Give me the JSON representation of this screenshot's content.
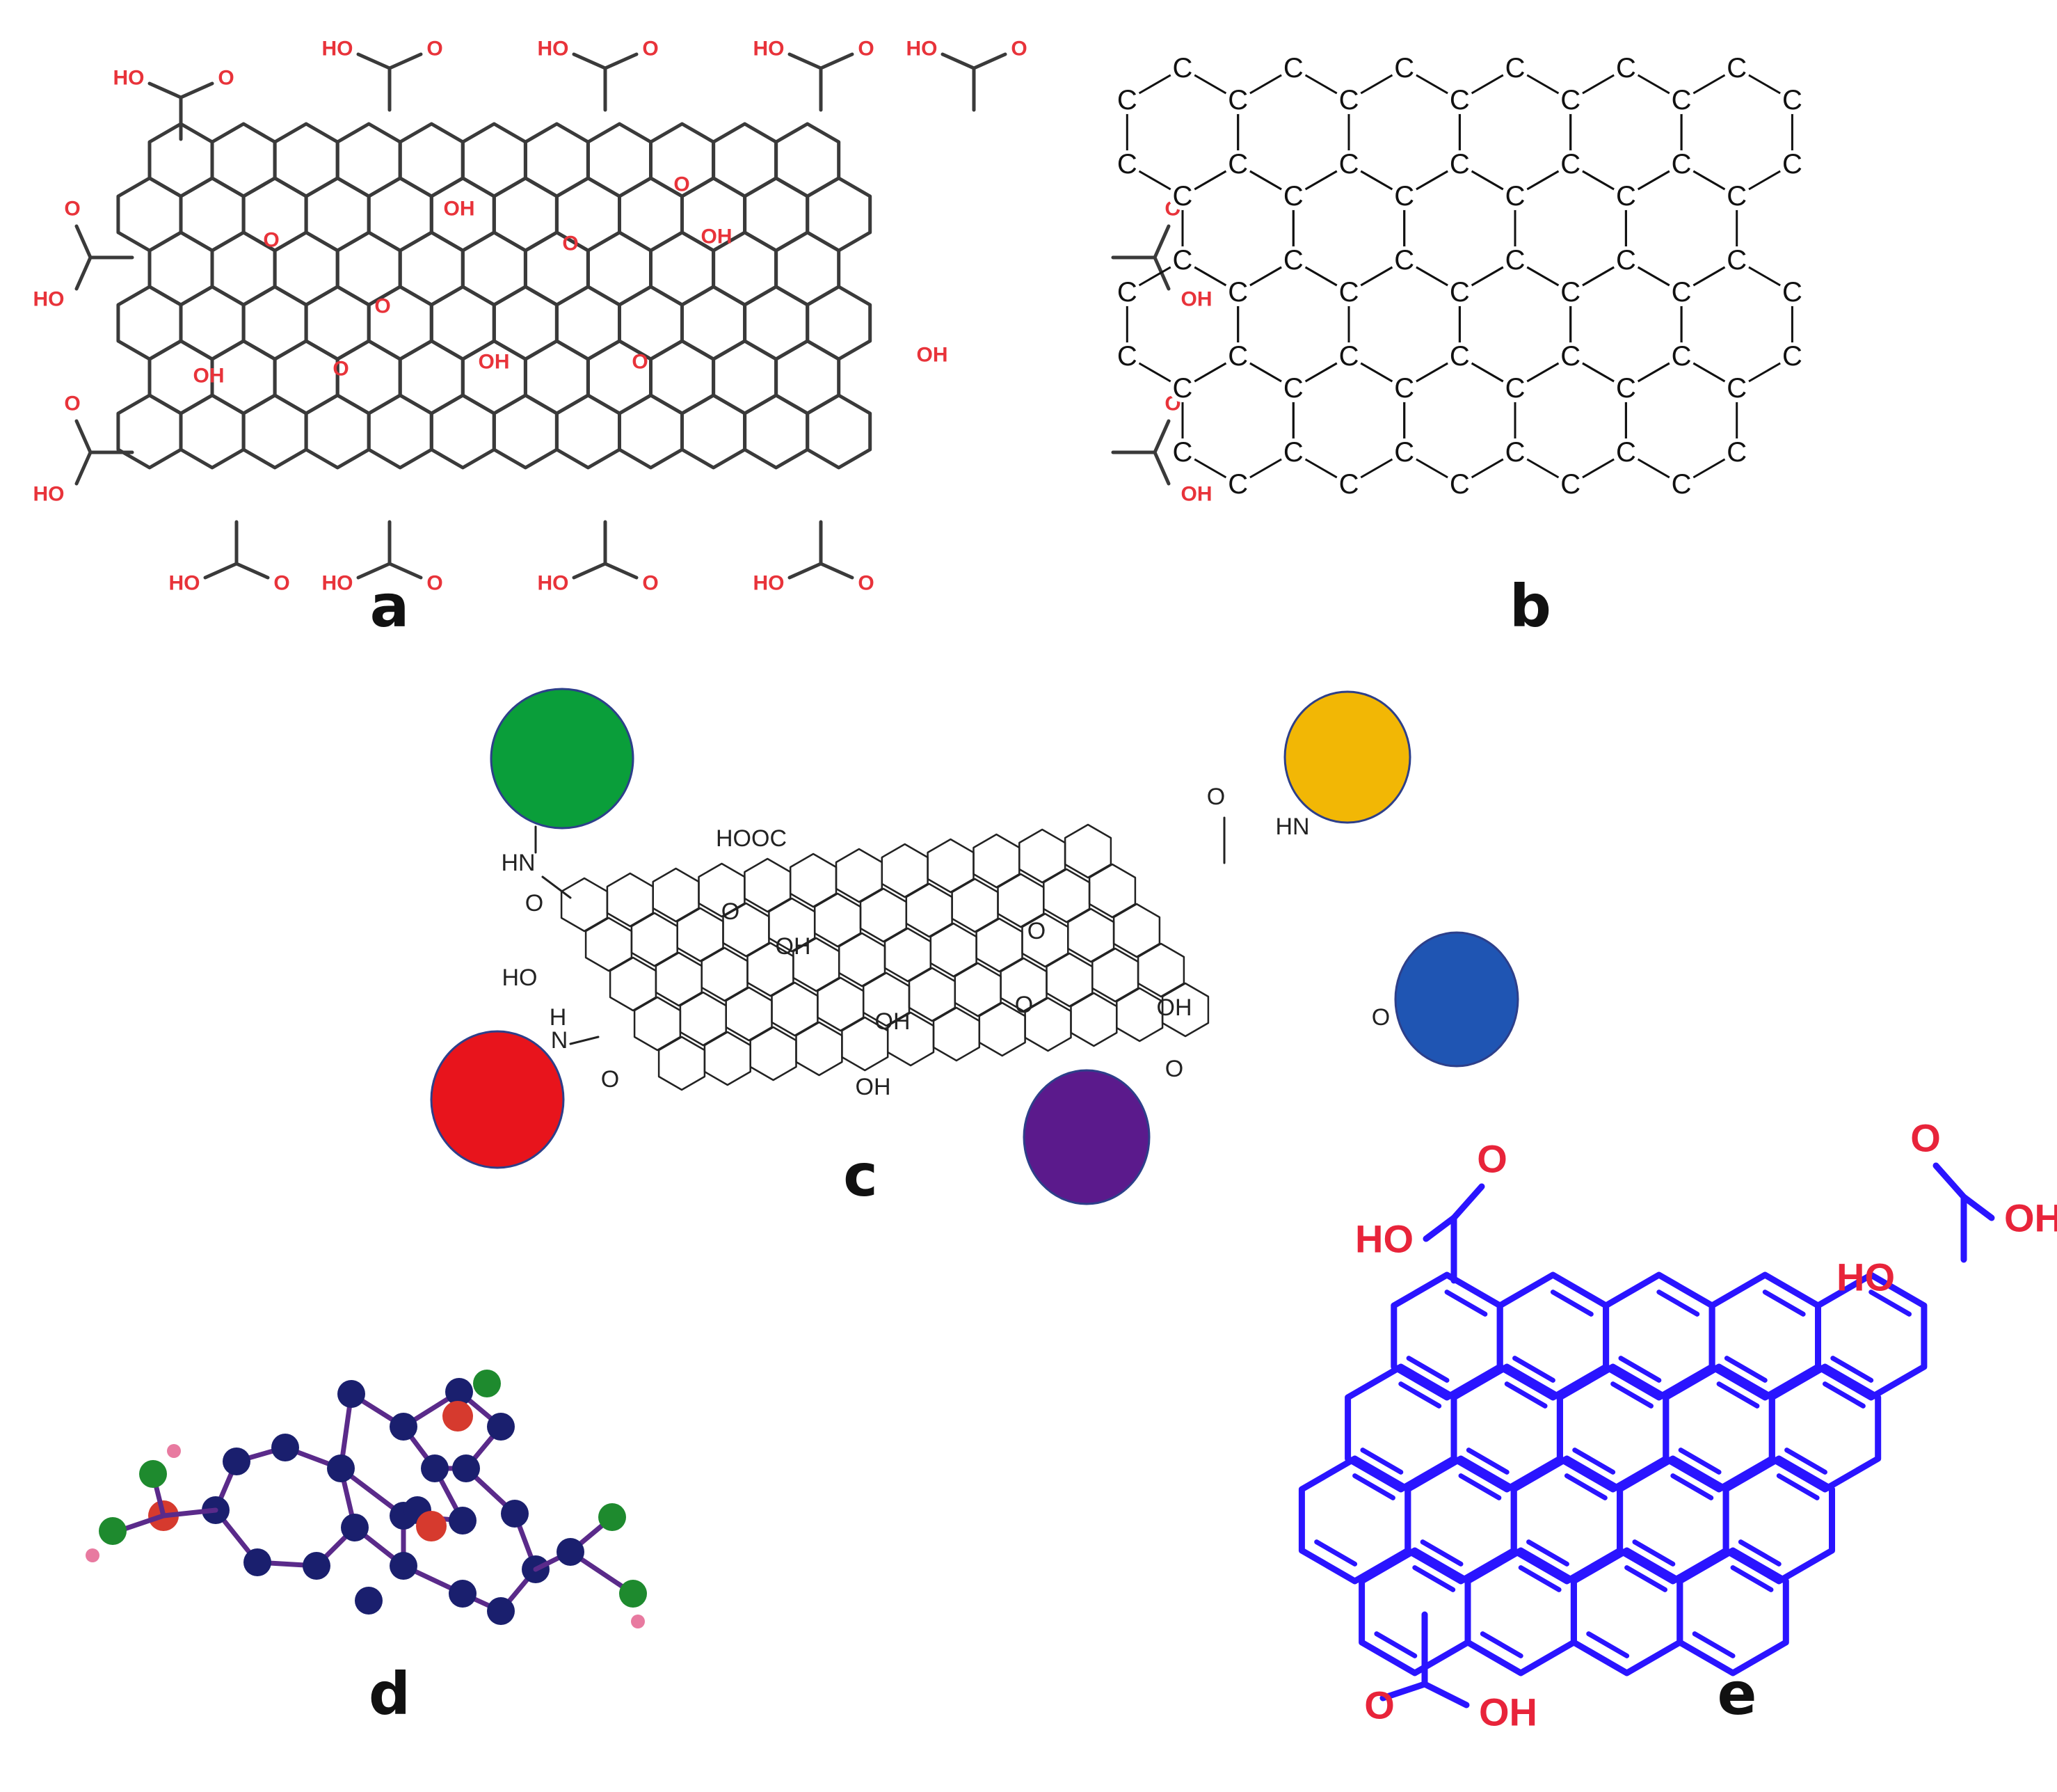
{
  "panels": {
    "a": {
      "letter": "a",
      "colors": {
        "skeleton": "#3a3a3a",
        "group": "#e8333a"
      },
      "labels": {
        "hydroxyl": "OH",
        "carboxyl_left": "HO",
        "carboxyl_right": "OH",
        "epoxy": "O",
        "carbonyl": "O"
      }
    },
    "b": {
      "letter": "b",
      "colors": {
        "skeleton": "#111111"
      },
      "labels": {
        "carbon": "C"
      }
    },
    "c": {
      "letter": "c",
      "colors": {
        "skeleton": "#222222",
        "green": "#0a9e3a",
        "yellow": "#f2b705",
        "red": "#e8141c",
        "purple": "#5b1a8c",
        "blue": "#1f55b3",
        "outline": "#2d3f8a"
      },
      "labels": {
        "cooh": "HOOC",
        "hn": "HN",
        "nh": "N",
        "h": "H",
        "o": "O",
        "ho": "HO",
        "oh": "OH"
      }
    },
    "d": {
      "letter": "d",
      "colors": {
        "carbon": "#1a1f6e",
        "bond": "#5a2a8a",
        "red": "#d63a2e",
        "green": "#1e8a2e",
        "pink": "#e87aa0"
      }
    },
    "e": {
      "letter": "e",
      "colors": {
        "skeleton": "#2a14ff",
        "group": "#e8243a"
      },
      "labels": {
        "o": "O",
        "oh": "OH",
        "ho": "HO"
      }
    }
  }
}
